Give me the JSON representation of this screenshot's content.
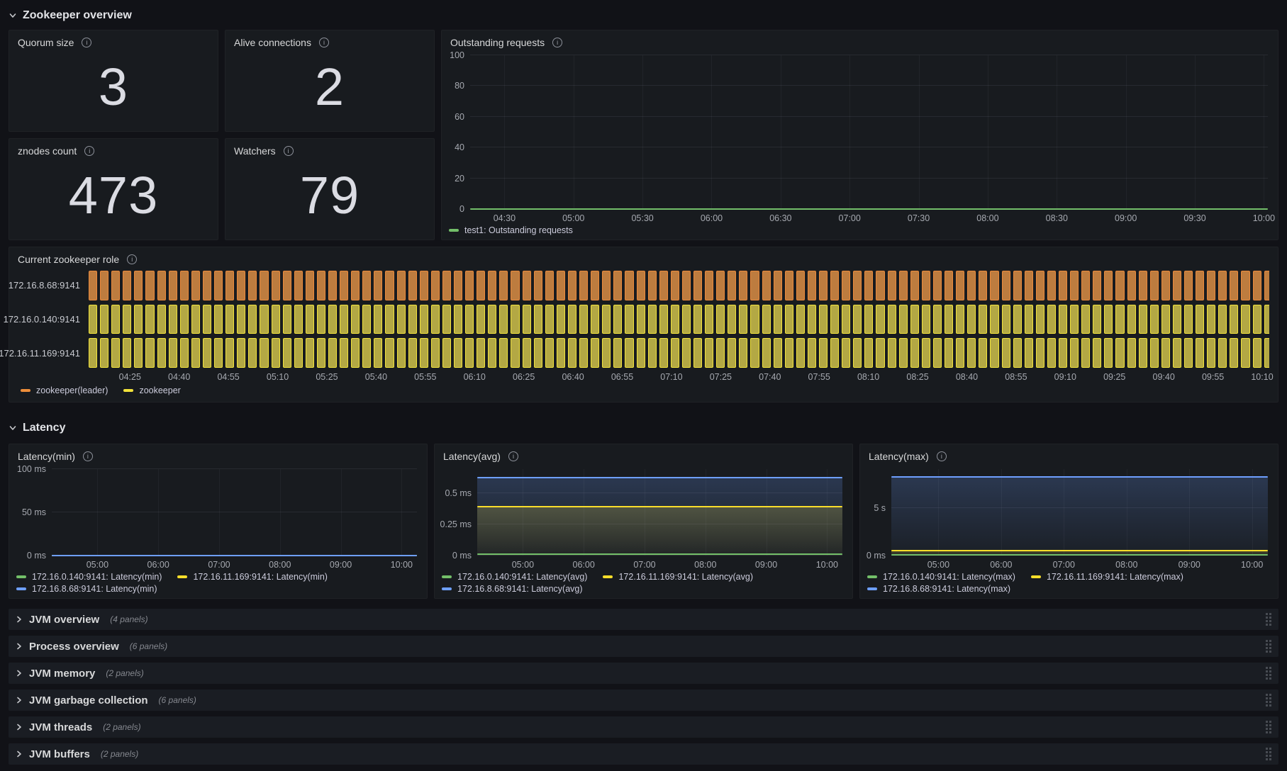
{
  "sections": {
    "zookeeper_overview": {
      "title": "Zookeeper overview"
    },
    "latency": {
      "title": "Latency"
    }
  },
  "stats": [
    {
      "label": "Quorum size",
      "value": "3"
    },
    {
      "label": "Alive connections",
      "value": "2"
    },
    {
      "label": "znodes count",
      "value": "473"
    },
    {
      "label": "Watchers",
      "value": "79"
    }
  ],
  "chart_data": [
    {
      "type": "line",
      "title": "Outstanding requests",
      "x_ticks": [
        "04:30",
        "05:00",
        "05:30",
        "06:00",
        "06:30",
        "07:00",
        "07:30",
        "08:00",
        "08:30",
        "09:00",
        "09:30",
        "10:00"
      ],
      "ylim": [
        0,
        100
      ],
      "y_ticks": [
        {
          "value": 0,
          "label": "0"
        },
        {
          "value": 20,
          "label": "20"
        },
        {
          "value": 40,
          "label": "40"
        },
        {
          "value": 60,
          "label": "60"
        },
        {
          "value": 80,
          "label": "80"
        },
        {
          "value": 100,
          "label": "100"
        }
      ],
      "series": [
        {
          "name": "test1: Outstanding requests",
          "color": "#73bf69",
          "value": 0,
          "fill": false
        }
      ],
      "legend_rows": [
        [
          0
        ]
      ]
    },
    {
      "type": "state-timeline",
      "title": "Current zookeeper role",
      "x_ticks": [
        "04:25",
        "04:40",
        "04:55",
        "05:10",
        "05:25",
        "05:40",
        "05:55",
        "06:10",
        "06:25",
        "06:40",
        "06:55",
        "07:10",
        "07:25",
        "07:40",
        "07:55",
        "08:10",
        "08:25",
        "08:40",
        "08:55",
        "09:10",
        "09:25",
        "09:40",
        "09:55",
        "10:10"
      ],
      "rows": [
        {
          "label": "172.16.8.68:9141",
          "state": "zookeeper(leader)",
          "border": "#eb8a3c",
          "fill": "#bd7c3f"
        },
        {
          "label": "172.16.0.140:9141",
          "state": "zookeeper",
          "border": "#f2e33c",
          "fill": "#b3a844"
        },
        {
          "label": "172.16.11.169:9141",
          "state": "zookeeper",
          "border": "#f2e33c",
          "fill": "#b3a844"
        }
      ],
      "legend": [
        {
          "label": "zookeeper(leader)",
          "color": "#ed8e3a"
        },
        {
          "label": "zookeeper",
          "color": "#f2e23a"
        }
      ]
    },
    {
      "type": "line",
      "title": "Latency(min)",
      "x_ticks": [
        "05:00",
        "06:00",
        "07:00",
        "08:00",
        "09:00",
        "10:00"
      ],
      "ylim": [
        0,
        100
      ],
      "y_ticks": [
        {
          "value": 0,
          "label": "0 ms"
        },
        {
          "value": 50,
          "label": "50 ms"
        },
        {
          "value": 100,
          "label": "100 ms"
        }
      ],
      "series": [
        {
          "name": "172.16.0.140:9141: Latency(min)",
          "color": "#73bf69",
          "value": 0,
          "fill": false
        },
        {
          "name": "172.16.11.169:9141: Latency(min)",
          "color": "#fade2a",
          "value": 0,
          "fill": false
        },
        {
          "name": "172.16.8.68:9141: Latency(min)",
          "color": "#6e9fff",
          "value": 0,
          "fill": false
        }
      ],
      "legend_rows": [
        [
          0,
          1
        ],
        [
          2
        ]
      ]
    },
    {
      "type": "line",
      "title": "Latency(avg)",
      "x_ticks": [
        "05:00",
        "06:00",
        "07:00",
        "08:00",
        "09:00",
        "10:00"
      ],
      "ylim": [
        0,
        0.69
      ],
      "y_ticks": [
        {
          "value": 0,
          "label": "0 ms"
        },
        {
          "value": 0.25,
          "label": "0.25 ms"
        },
        {
          "value": 0.5,
          "label": "0.5 ms"
        }
      ],
      "series": [
        {
          "name": "172.16.0.140:9141: Latency(avg)",
          "color": "#73bf69",
          "value": 0.01,
          "fill": false
        },
        {
          "name": "172.16.11.169:9141: Latency(avg)",
          "color": "#fade2a",
          "value": 0.39,
          "fill": true
        },
        {
          "name": "172.16.8.68:9141: Latency(avg)",
          "color": "#6e9fff",
          "value": 0.62,
          "fill": true
        }
      ],
      "legend_rows": [
        [
          0,
          1
        ],
        [
          2
        ]
      ]
    },
    {
      "type": "line",
      "title": "Latency(max)",
      "x_ticks": [
        "05:00",
        "06:00",
        "07:00",
        "08:00",
        "09:00",
        "10:00"
      ],
      "ylim": [
        0,
        9.1
      ],
      "y_ticks": [
        {
          "value": 0,
          "label": "0 ms"
        },
        {
          "value": 5,
          "label": "5 s"
        }
      ],
      "series": [
        {
          "name": "172.16.0.140:9141: Latency(max)",
          "color": "#73bf69",
          "value": 0.07,
          "fill": false
        },
        {
          "name": "172.16.11.169:9141: Latency(max)",
          "color": "#fade2a",
          "value": 0.55,
          "fill": true
        },
        {
          "name": "172.16.8.68:9141: Latency(max)",
          "color": "#6e9fff",
          "value": 8.3,
          "fill": true
        }
      ],
      "legend_rows": [
        [
          0,
          1
        ],
        [
          2
        ]
      ]
    }
  ],
  "collapsed_rows": [
    {
      "title": "JVM overview",
      "count": "(4 panels)"
    },
    {
      "title": "Process overview",
      "count": "(6 panels)"
    },
    {
      "title": "JVM memory",
      "count": "(2 panels)"
    },
    {
      "title": "JVM garbage collection",
      "count": "(6 panels)"
    },
    {
      "title": "JVM threads",
      "count": "(2 panels)"
    },
    {
      "title": "JVM buffers",
      "count": "(2 panels)"
    }
  ]
}
